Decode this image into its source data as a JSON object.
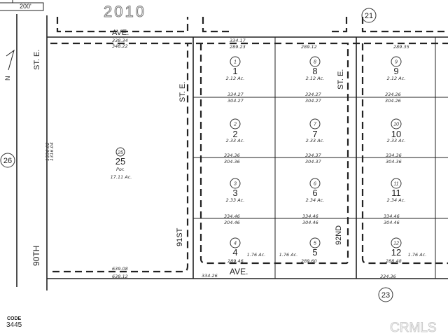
{
  "header": {
    "page_number": "2010",
    "scale_label": "200'"
  },
  "adjacent_parcels": [
    "21",
    "26",
    "23"
  ],
  "streets": {
    "top_ave": "AVE.",
    "bottom_ave": "AVE.",
    "left_st": "ST. E.",
    "mid_st": "ST. E.",
    "right_st": "ST. E.",
    "left_num": "90TH",
    "mid_num": "91ST",
    "right_num": "92ND"
  },
  "big_parcel": {
    "circle": "25",
    "number": "25",
    "note": "Por.",
    "acreage": "17.11 Ac."
  },
  "lots": [
    {
      "number": "1",
      "acreage": "2.12 Ac."
    },
    {
      "number": "8",
      "acreage": "2.12 Ac."
    },
    {
      "number": "9",
      "acreage": "2.12 Ac."
    },
    {
      "number": "2",
      "acreage": "2.33 Ac."
    },
    {
      "number": "7",
      "acreage": "2.33 Ac."
    },
    {
      "number": "10",
      "acreage": "2.33 Ac."
    },
    {
      "number": "3",
      "acreage": "2.33 Ac."
    },
    {
      "number": "6",
      "acreage": "2.34 Ac."
    },
    {
      "number": "11",
      "acreage": "2.34 Ac."
    },
    {
      "number": "4",
      "acreage": "1.76 Ac."
    },
    {
      "number": "5",
      "acreage": "1.76 Ac."
    },
    {
      "number": "12",
      "acreage": "1.76 Ac."
    }
  ],
  "dimensions": {
    "top_left": [
      "338.34",
      "348.22"
    ],
    "top_lots": [
      "334.17",
      "289.23",
      "289.12",
      "289.35"
    ],
    "row1": [
      "334.27",
      "304.27",
      "334.27",
      "304.27",
      "334.26",
      "304.26"
    ],
    "row2": [
      "334.36",
      "304.36",
      "334.37",
      "304.37",
      "334.36",
      "304.36"
    ],
    "row3": [
      "334.46",
      "304.46",
      "334.46",
      "304.46",
      "334.46",
      "304.46"
    ],
    "bottom_lots": [
      "289.46",
      "289.60",
      "288.48"
    ],
    "bottom_left": [
      "639.08",
      "638.12"
    ],
    "bottom_edge": [
      "334.26",
      "334.36"
    ],
    "left_side": [
      "1336.02",
      "1316.04"
    ]
  },
  "footer": {
    "code_label": "CODE",
    "code_value": "3445",
    "watermark": "CRMLS"
  }
}
